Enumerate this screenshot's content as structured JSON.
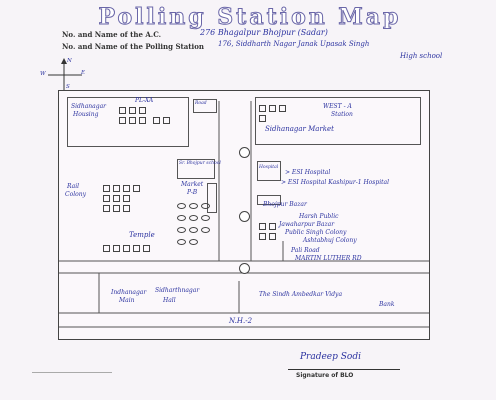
{
  "header": {
    "title": "Polling Station Map",
    "ac_label": "No. and Name of the A.C.",
    "ac_value": "276 Bhagalpur Bhojpur (Sadar)",
    "ps_label": "No. and Name of the Polling Station",
    "ps_value": "176, Siddharth Nagar Janak Upasak Singh",
    "ps_value_2": "High school"
  },
  "compass": {
    "north": "N",
    "west": "W",
    "east": "E",
    "south": "S"
  },
  "map": {
    "labels": {
      "tl_a": "Sidhanagar",
      "tl_b": "Housing",
      "top_mid_1": "PL-XA",
      "top_mid_2": "Road",
      "tr_1": "WEST - A",
      "tr_2": "Station",
      "tr_3": "Sidhanagar Market",
      "mid_box": "Sr. Bhojpur school",
      "mid_1": "Market",
      "mid_2": "P-B",
      "right_box": "Hospital",
      "right_1": "> ESI Hospital",
      "right_2": "> ESI Hospital Kashipur-1 Hospital",
      "left_1": "Rail",
      "left_2": "Colony",
      "temple": "Temple",
      "right_3": "Bhojpur Bazar",
      "right_4": "Harsh Public",
      "right_5": "Jawaharpur Bazar",
      "right_6": "Public Singh Colony",
      "right_7": "Ashtabhuj Colony",
      "right_8": "Pali Road",
      "right_9": "MARTIN LUTHER RD",
      "bl_1": "Indhanagar",
      "bl_2": "Main",
      "bl_3": "Sidharthnagar",
      "bl_4": "Hall",
      "br_1": "The Sindh Ambedkar Vidya",
      "br_2": "Bank",
      "road": "N.H.-2"
    }
  },
  "signature": {
    "scribble": "Pradeep Sodi",
    "caption": "Signature of BLO"
  }
}
